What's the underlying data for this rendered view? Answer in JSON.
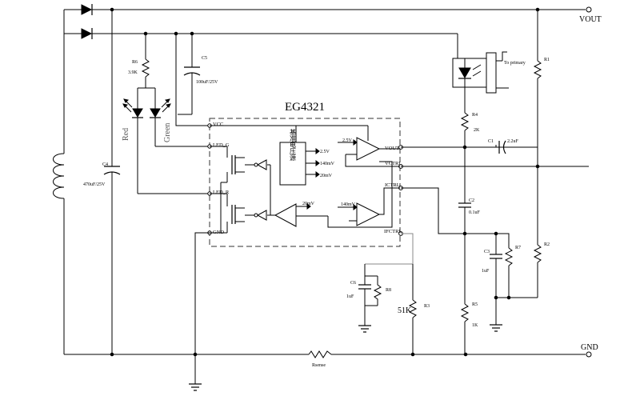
{
  "ic": {
    "title": "EG4321",
    "reference_block": "基准电压源",
    "reference_levels": [
      "2.5V",
      "140mV",
      "20mV"
    ],
    "pins": {
      "vcc": "VCC",
      "led_g": "LED_G",
      "led_r": "LED_R",
      "gnd": "GND",
      "vout": "VOUT",
      "vctrl": "VCTRL",
      "ictrl": "ICTRL",
      "ifctrl": "IFCTRL"
    },
    "amp_refs": {
      "voltage_amp": "2.5V",
      "current_amp": "140mV",
      "driver_ref": "20mV"
    }
  },
  "terminals": {
    "vout": "VOUT",
    "gnd": "GND"
  },
  "optocoupler_label": "To primary",
  "leds": {
    "red": "Red",
    "green": "Green"
  },
  "components": {
    "r6": {
      "name": "R6",
      "value": "3.9K"
    },
    "c5": {
      "name": "C5",
      "value": "100uF/25V"
    },
    "c4": {
      "name": "C4",
      "value": "470uF/25V"
    },
    "r1": {
      "name": "R1"
    },
    "r4": {
      "name": "R4",
      "value": "2K"
    },
    "c1": {
      "name": "C1",
      "value": "2.2uF"
    },
    "c2": {
      "name": "C2",
      "value": "0.1uF"
    },
    "c3": {
      "name": "C3",
      "value": "1uF"
    },
    "r7": {
      "name": "R7"
    },
    "r2": {
      "name": "R2"
    },
    "r5": {
      "name": "R5",
      "value": "1K"
    },
    "c6": {
      "name": "C6",
      "value": "1uF"
    },
    "r8": {
      "name": "R8"
    },
    "r3": {
      "name": "R3",
      "value": "51K"
    },
    "rsense": {
      "name": "Rsense"
    }
  }
}
